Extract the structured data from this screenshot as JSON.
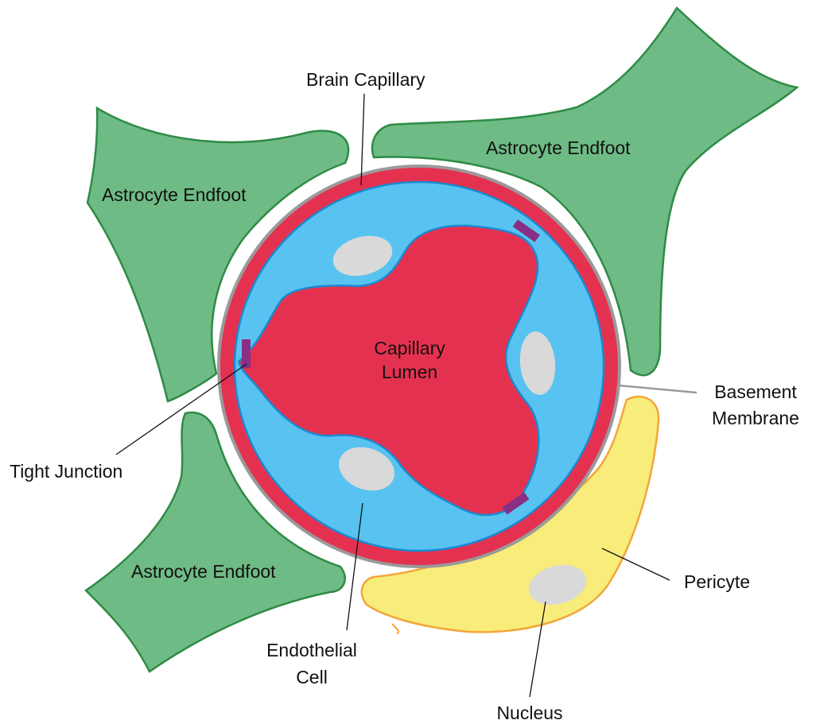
{
  "diagram": {
    "labels": {
      "brain_capillary": "Brain Capillary",
      "astrocyte_top_right": "Astrocyte Endfoot",
      "astrocyte_top_left": "Astrocyte Endfoot",
      "astrocyte_bottom_left": "Astrocyte Endfoot",
      "lumen_line1": "Capillary",
      "lumen_line2": "Lumen",
      "basement_line1": "Basement",
      "basement_line2": "Membrane",
      "tight_junction": "Tight Junction",
      "pericyte": "Pericyte",
      "endothelial_line1": "Endothelial",
      "endothelial_line2": "Cell",
      "nucleus": "Nucleus"
    },
    "colors": {
      "astrocyte_fill": "#6fbb85",
      "astrocyte_stroke": "#2e8b45",
      "capillary_red": "#e53150",
      "endothelial_blue": "#58c3f0",
      "endothelial_stroke": "#1a8ad0",
      "basement_gray": "#9a9a9a",
      "nucleus_gray": "#d9d9d9",
      "pericyte_fill": "#f8ec7a",
      "pericyte_stroke": "#f2a63a",
      "tight_junction": "#8a2f86"
    }
  }
}
